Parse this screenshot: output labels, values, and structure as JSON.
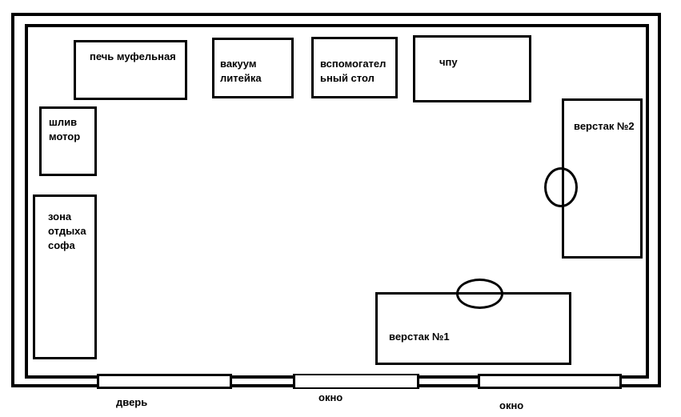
{
  "rooms": {
    "furnace_label": "печь муфельная",
    "vacuum_label": "вакуум\nлитейка",
    "aux_table_label": "вспомогател\nьный  стол",
    "cnc_label": "чпу",
    "polish_label": "шлив\nмотор",
    "rest_label": "зона\nотдыха\nсофа",
    "bench2_label": "верстак №2",
    "bench1_label": "верстак №1"
  },
  "openings": {
    "door_label": "дверь",
    "window1_label": "окно",
    "window2_label": "окно"
  }
}
